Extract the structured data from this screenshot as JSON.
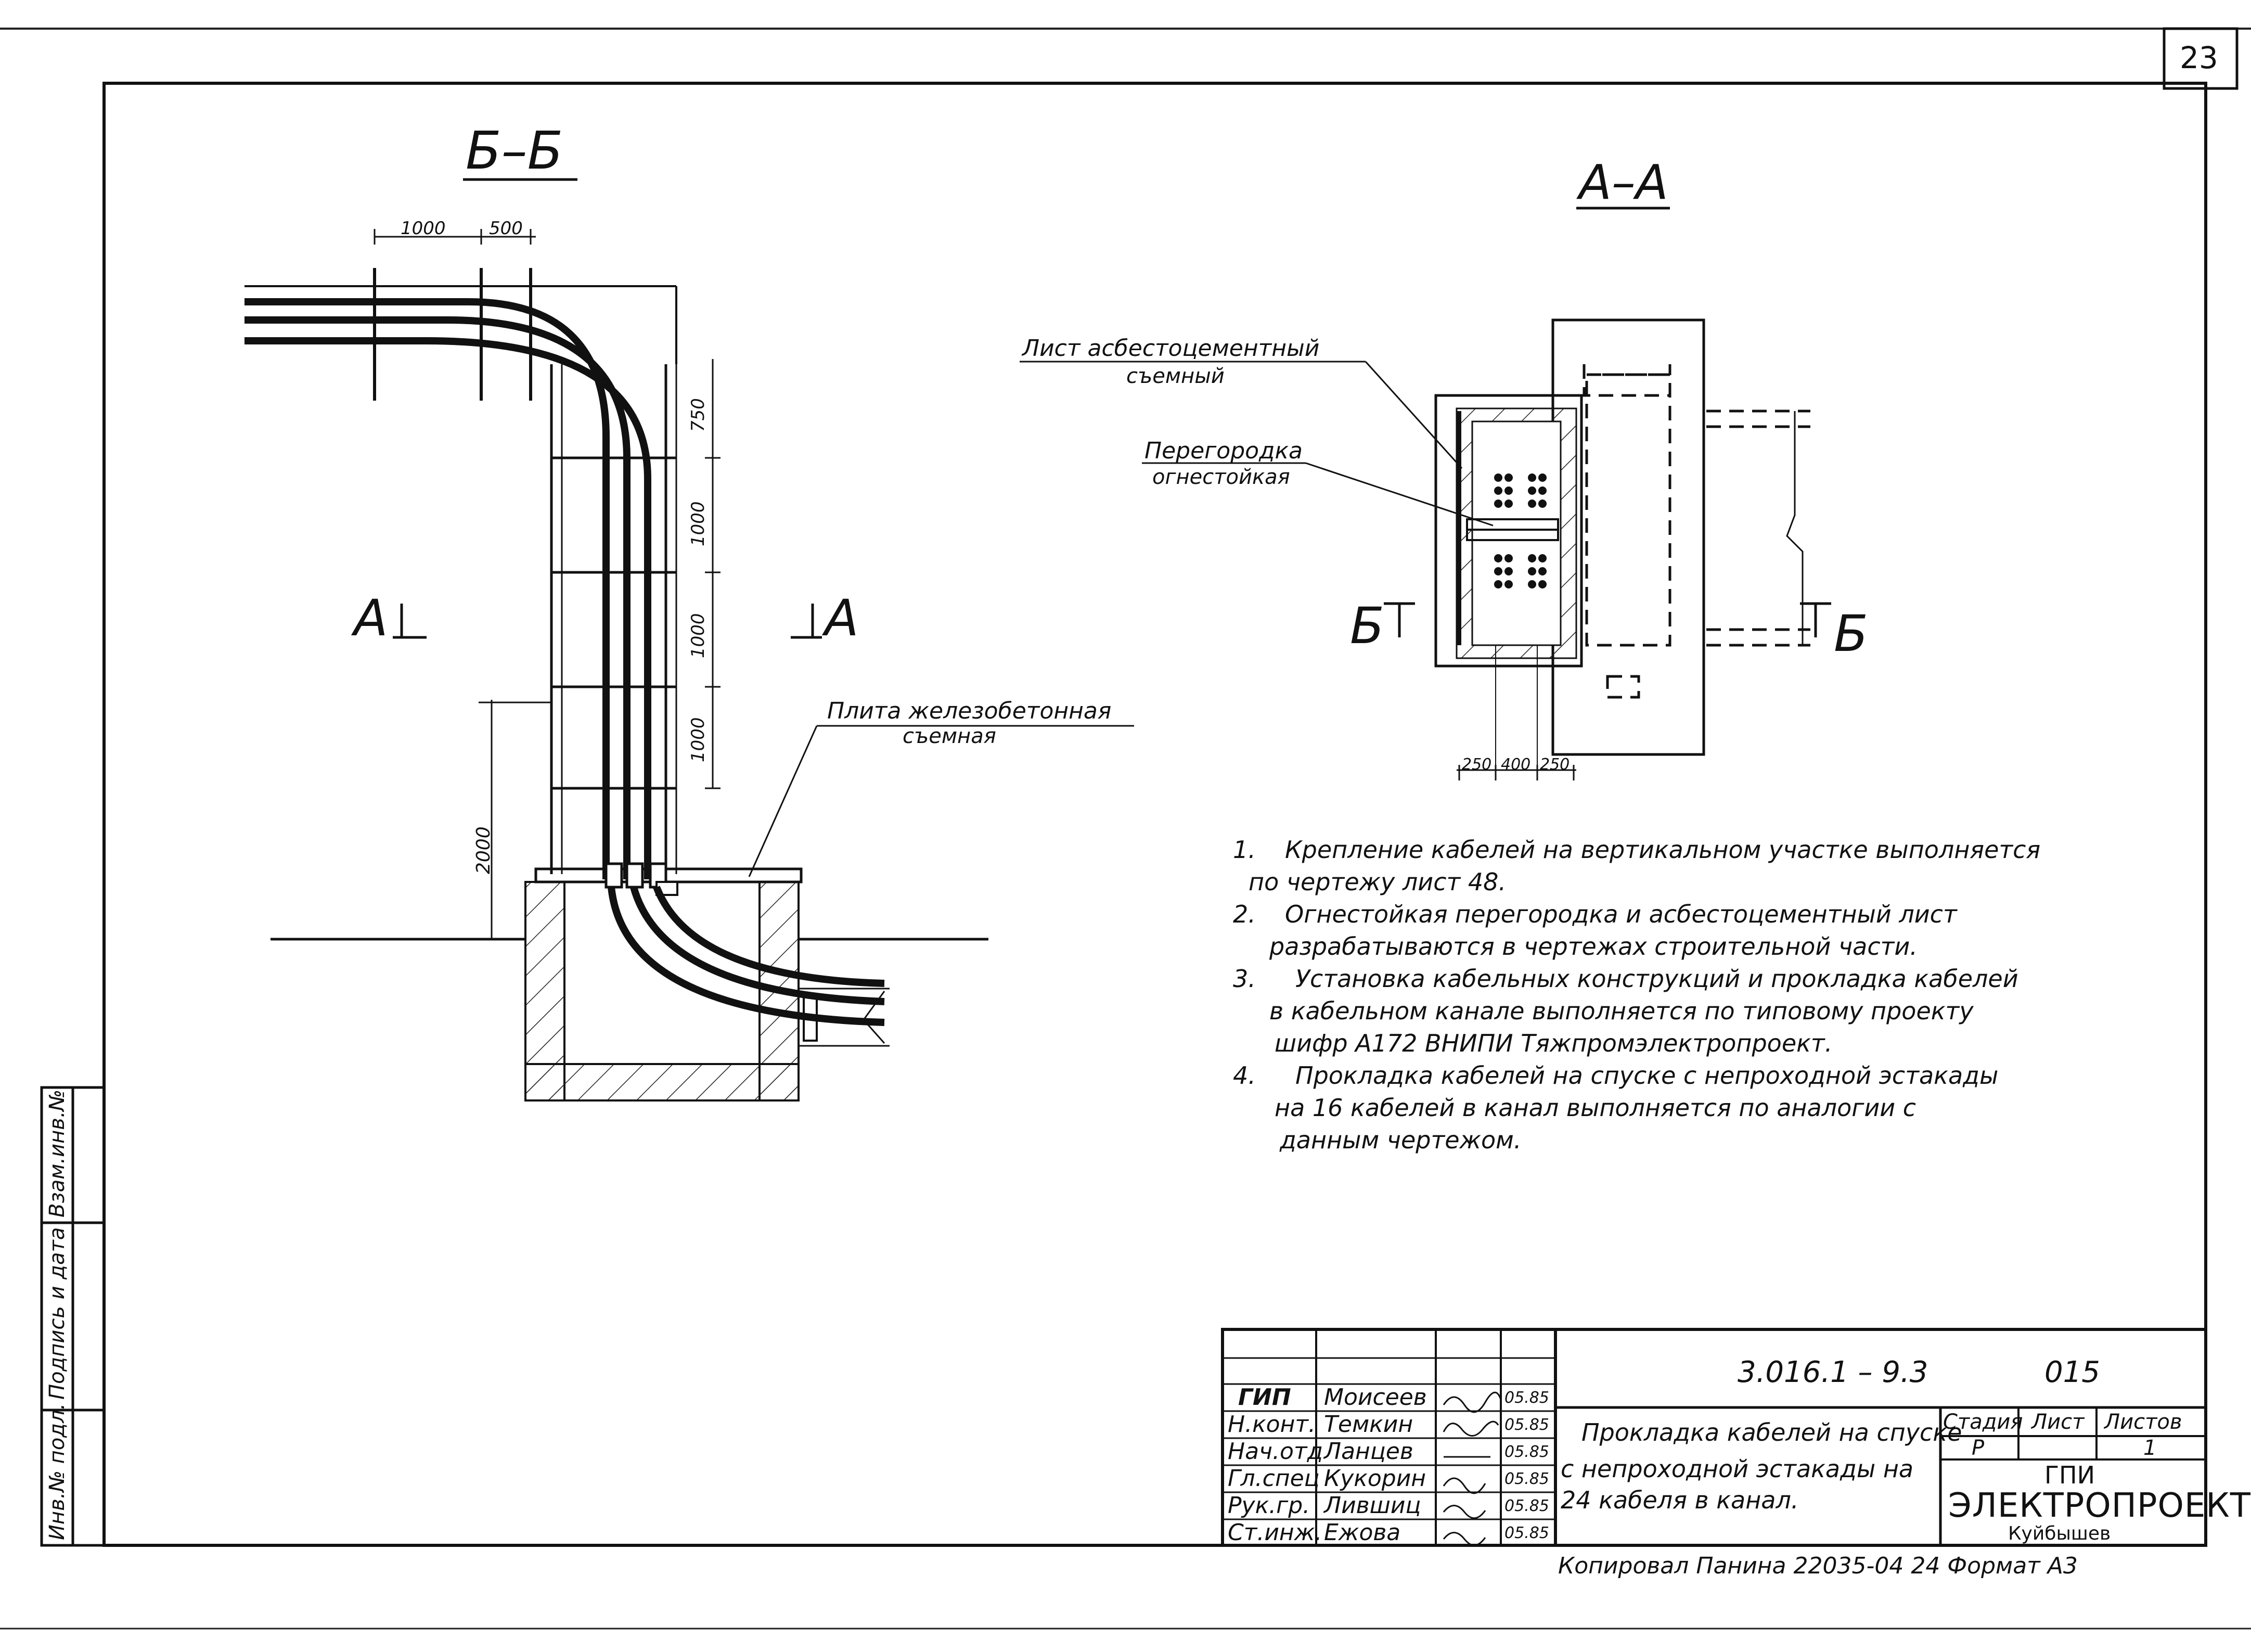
{
  "page_number": "23",
  "section_bb": {
    "title": "Б–Б",
    "dims_top": [
      "1000",
      "500"
    ],
    "dims_vertical": [
      "750",
      "1000",
      "1000",
      "1000"
    ],
    "dim_2000": "2000",
    "marker_left": "А",
    "marker_right": "А",
    "callout_plate": [
      "Плита железобетонная",
      "съемная"
    ]
  },
  "section_aa": {
    "title": "А–А",
    "callout_sheet": [
      "Лист асбестоцементный",
      "съемный"
    ],
    "callout_partition": [
      "Перегородка",
      "огнестойкая"
    ],
    "dims_bottom": [
      "250",
      "400",
      "250"
    ],
    "marker_left": "Б",
    "marker_right": "Б"
  },
  "notes": [
    {
      "num": "1.",
      "lines": [
        "Крепление кабелей на вертикальном участке выполняется",
        "по чертежу лист 48."
      ]
    },
    {
      "num": "2.",
      "lines": [
        "Огнестойкая перегородка и асбестоцементный лист",
        "разрабатываются в чертежах строительной части."
      ]
    },
    {
      "num": "3.",
      "lines": [
        "Установка кабельных конструкций и прокладка кабелей",
        "в кабельном канале выполняется по типовому проекту",
        "шифр А172 ВНИПИ Тяжпромэлектропроект."
      ]
    },
    {
      "num": "4.",
      "lines": [
        "Прокладка кабелей на спуске с непроходной эстакады",
        "на 16 кабелей в канал выполняется по аналогии с",
        "данным чертежом."
      ]
    }
  ],
  "title_block": {
    "doc_code": "3.016.1 – 9.3",
    "sheet_code": "015",
    "roles": [
      {
        "role": "ГИП",
        "name": "Моисеев",
        "date": "05.85"
      },
      {
        "role": "Н.конт.",
        "name": "Темкин",
        "date": "05.85"
      },
      {
        "role": "Нач.отд",
        "name": "Ланцев",
        "date": "05.85"
      },
      {
        "role": "Гл.спец",
        "name": "Кукорин",
        "date": "05.85"
      },
      {
        "role": "Рук.гр.",
        "name": "Лившиц",
        "date": "05.85"
      },
      {
        "role": "Ст.инж.",
        "name": "Ежова",
        "date": "05.85"
      }
    ],
    "title_lines": [
      "Прокладка кабелей на спуске",
      "с непроходной эстакады на",
      "24 кабеля в канал."
    ],
    "stage_label": "Стадия",
    "sheet_label": "Лист",
    "sheets_label": "Листов",
    "stage": "Р",
    "sheets_total": "1",
    "org_line1": "ГПИ",
    "org_line2": "ЭЛЕКТРОПРОЕКТ",
    "org_line3": "Куйбышев"
  },
  "side_stamps": [
    "Инв.№ подл.",
    "Подпись и дата",
    "Взам.инв.№"
  ],
  "footer": "Копировал Панина 22035-04 24 Формат А3"
}
